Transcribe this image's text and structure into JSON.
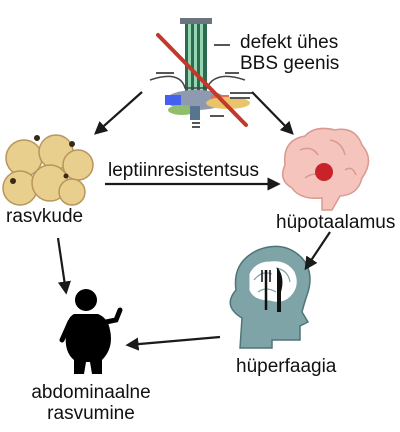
{
  "nodes": {
    "bbs_defect": {
      "label_line1": "defekt ühes",
      "label_line2": "BBS geenis",
      "icon": "cilium-crossed-icon"
    },
    "adipose": {
      "label": "rasvkude",
      "icon": "fat-cells-icon"
    },
    "hypothalamus": {
      "label": "hüpotaalamus",
      "icon": "brain-icon"
    },
    "hyperphagia": {
      "label": "hüperfaagia",
      "icon": "head-fork-knife-icon"
    },
    "obesity": {
      "label_line1": "abdominaalne",
      "label_line2": "rasvumine",
      "icon": "obese-person-icon"
    }
  },
  "edges": [
    {
      "from": "bbs_defect",
      "to": "adipose",
      "label": ""
    },
    {
      "from": "bbs_defect",
      "to": "hypothalamus",
      "label": ""
    },
    {
      "from": "adipose",
      "to": "hypothalamus",
      "label": "leptiinresistentsus"
    },
    {
      "from": "adipose",
      "to": "obesity",
      "label": ""
    },
    {
      "from": "hypothalamus",
      "to": "hyperphagia",
      "label": ""
    },
    {
      "from": "hyperphagia",
      "to": "obesity",
      "label": ""
    }
  ],
  "colors": {
    "arrow": "#1a1a1a",
    "cross": "#c0392b",
    "fat_cell": "#e9cf8e",
    "brain": "#f4c4bd",
    "brain_spot": "#c8222b",
    "head": "#7fa4a8",
    "person": "#000000"
  }
}
